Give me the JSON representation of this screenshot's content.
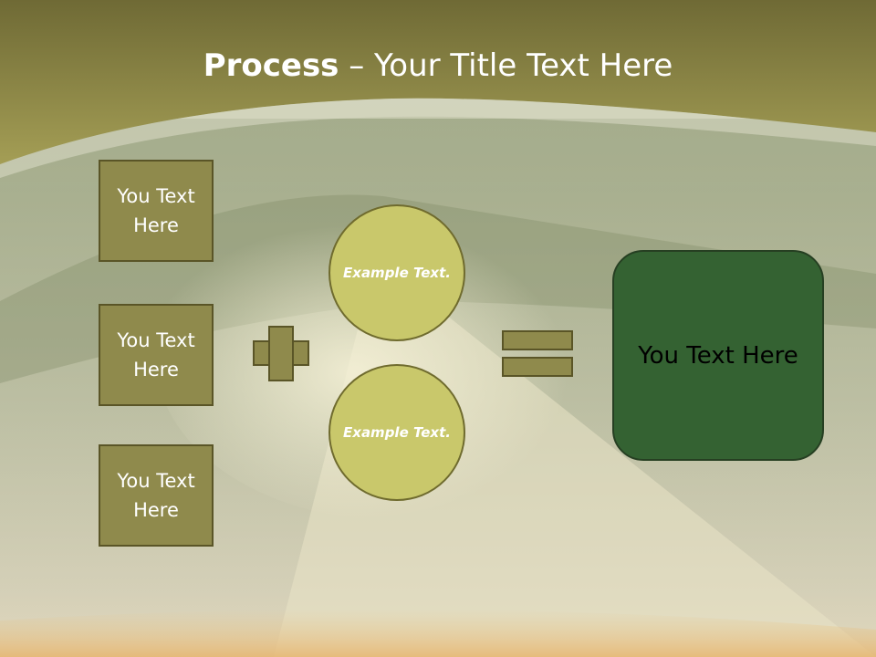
{
  "title": {
    "bold": "Process",
    "rest": " – Your Title Text Here"
  },
  "input_boxes": [
    "You Text Here",
    "You Text Here",
    "You Text Here"
  ],
  "circles": [
    "Example Text.",
    "Example Text."
  ],
  "result_box": "You Text Here",
  "colors": {
    "header_olive": "#8f8a4c",
    "box_fill": "#8f8a4c",
    "circle_fill": "#c9c86b",
    "result_fill": "#346232"
  },
  "icons": [
    "plus-icon",
    "equals-icon"
  ]
}
